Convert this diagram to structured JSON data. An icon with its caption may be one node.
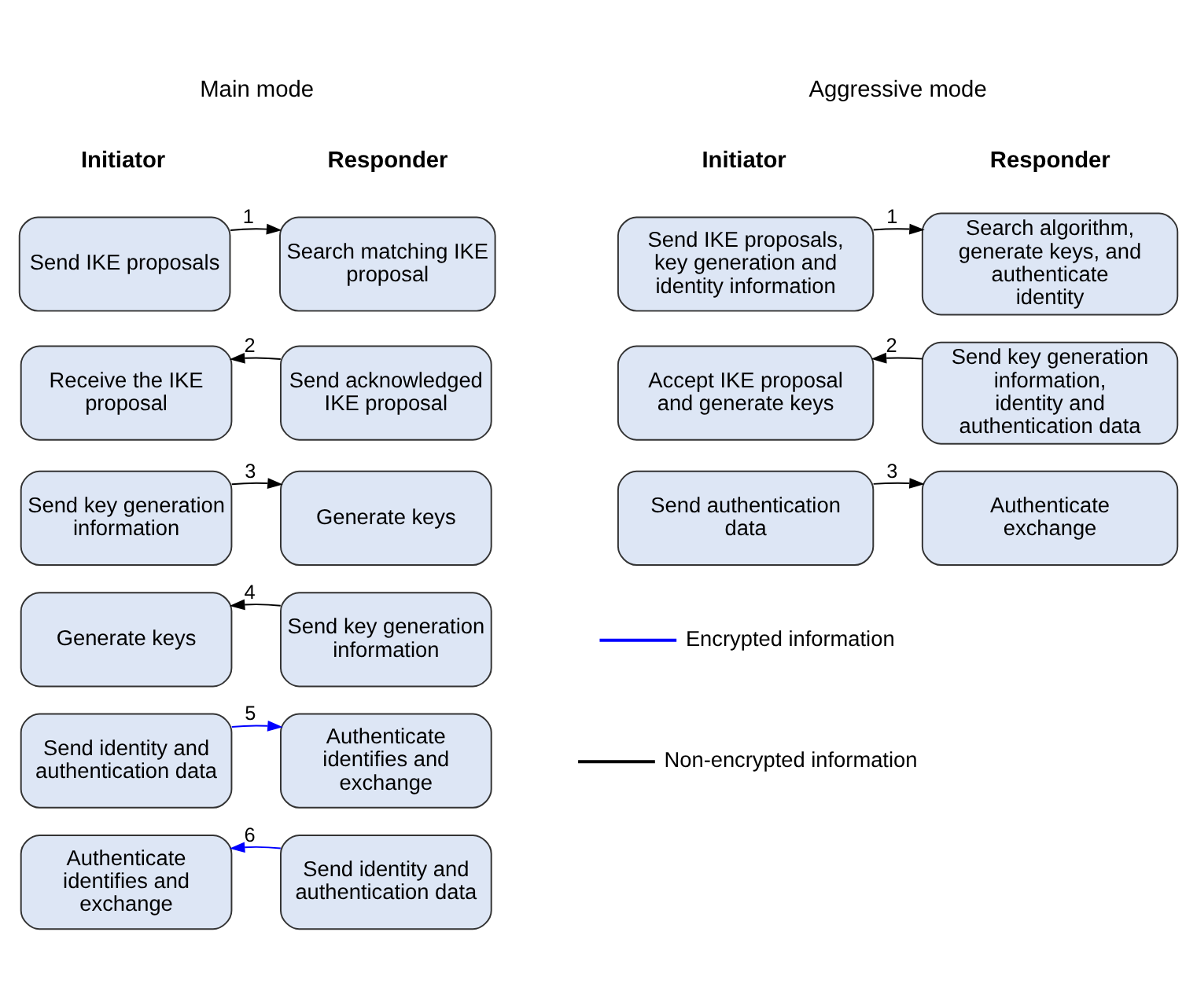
{
  "diagram": {
    "nodes": [
      {
        "text": [
          "Send IKE proposals"
        ]
      },
      {
        "text": [
          "Search matching IKE proposal"
        ]
      },
      {
        "text": [
          "Receive the IKE proposal"
        ]
      },
      {
        "text": [
          "Send acknowledged IKE proposal"
        ]
      },
      {
        "text": [
          "Send key generation information"
        ]
      },
      {
        "text": [
          "Generate keys"
        ]
      },
      {
        "text": [
          "Generate keys"
        ]
      },
      {
        "text": [
          "Send key generation information"
        ]
      },
      {
        "text": [
          "Send identity and authentication data"
        ]
      },
      {
        "text": [
          "Authenticate identifies and exchange"
        ]
      },
      {
        "text": [
          "Authenticate identifies and exchange"
        ]
      },
      {
        "text": [
          "Send identity and authentication data"
        ]
      },
      {
        "text": [
          "Send IKE proposals, key generation and identity information"
        ]
      },
      {
        "text": [
          "Search algorithm, generate keys, and authenticate identity"
        ]
      },
      {
        "text": [
          "Accept IKE proposal and generate keys"
        ]
      },
      {
        "text": [
          "Send key generation information, identity and authentication data"
        ]
      },
      {
        "text": [
          "Send authentication data"
        ]
      },
      {
        "text": [
          "Authenticate exchange"
        ]
      }
    ],
    "edges": [
      {
        "from": 0,
        "to": 1,
        "arrow": "to",
        "label": "1"
      },
      {
        "from": 3,
        "to": 2,
        "arrow": "to",
        "label": "2"
      },
      {
        "from": 4,
        "to": 5,
        "arrow": "to",
        "label": "3"
      },
      {
        "from": 7,
        "to": 6,
        "arrow": "to",
        "label": "4"
      },
      {
        "from": 8,
        "to": 9,
        "arrow": "to",
        "label": "5",
        "color": "#0000ff"
      },
      {
        "from": 11,
        "to": 10,
        "arrow": "to",
        "label": "6",
        "color": "#0000ff"
      },
      {
        "from": 12,
        "to": 13,
        "arrow": "to",
        "label": "1"
      },
      {
        "from": 15,
        "to": 14,
        "arrow": "to",
        "label": "2"
      },
      {
        "from": 16,
        "to": 17,
        "arrow": "to",
        "label": "3"
      }
    ],
    "labels": [
      "Main mode",
      "Aggressive mode",
      "Initiator",
      "Responder",
      "Initiator",
      "Responder"
    ],
    "legend": [
      {
        "text": "Encrypted information"
      },
      {
        "text": "Non-encrypted information"
      }
    ]
  }
}
